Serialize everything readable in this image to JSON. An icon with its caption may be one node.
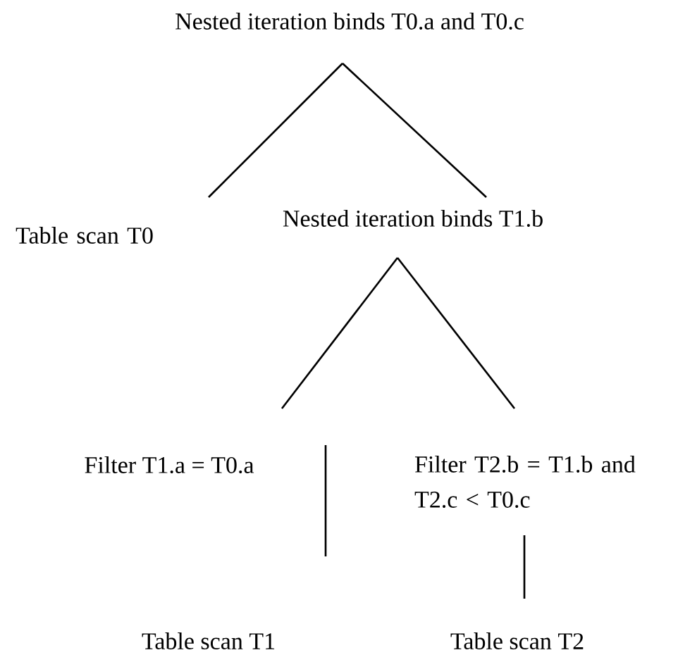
{
  "diagram": {
    "nodes": [
      {
        "text": [
          "Nested iteration binds T0.a and T0.c"
        ]
      },
      {
        "text": [
          "Table scan T0"
        ]
      },
      {
        "text": [
          "Nested iteration binds T1.b"
        ]
      },
      {
        "text": [
          "Filter T1.a = T0.a"
        ]
      },
      {
        "text": [
          "Filter T2.b = T1.b and T2.c < T0.c"
        ]
      },
      {
        "text": [
          "Table scan T1"
        ]
      },
      {
        "text": [
          "Table scan T2"
        ]
      }
    ],
    "edges": [
      {
        "from": 0,
        "to": 1,
        "arrow": "none"
      },
      {
        "from": 0,
        "to": 2,
        "arrow": "none"
      },
      {
        "from": 2,
        "to": 3,
        "arrow": "none"
      },
      {
        "from": 2,
        "to": 4,
        "arrow": "none"
      },
      {
        "from": 3,
        "to": 5,
        "arrow": "none"
      },
      {
        "from": 4,
        "to": 6,
        "arrow": "none"
      }
    ]
  }
}
